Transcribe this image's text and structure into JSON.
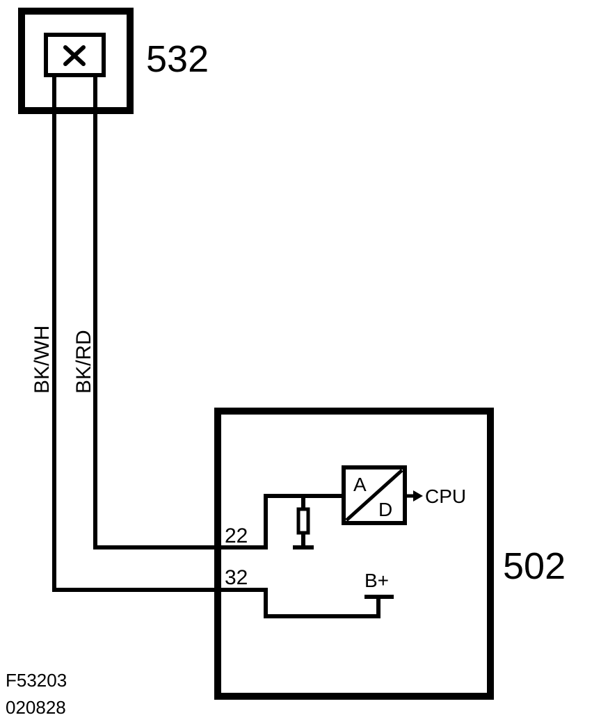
{
  "components": {
    "sensor": {
      "id": "532"
    },
    "module": {
      "id": "502"
    }
  },
  "wires": {
    "left": {
      "color_code": "BK/WH"
    },
    "right": {
      "color_code": "BK/RD"
    }
  },
  "pins": {
    "upper": "22",
    "lower": "32"
  },
  "converter": {
    "input_label": "A",
    "output_label": "D",
    "target": "CPU"
  },
  "supply": {
    "label": "B+"
  },
  "reference": {
    "code": "F53203",
    "date": "020828"
  },
  "colors": {
    "line": "#000000",
    "background": "#ffffff"
  }
}
